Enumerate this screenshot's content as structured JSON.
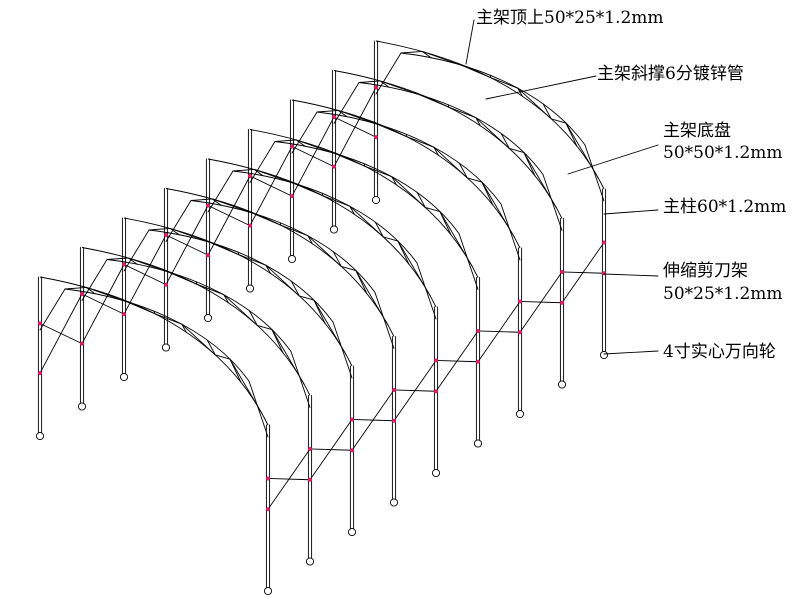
{
  "diagram": {
    "frame_count": 9,
    "colors": {
      "line": "#000000",
      "joint": "#e0206a",
      "background": "#ffffff",
      "wheel_fill": "#ffffff"
    }
  },
  "labels": {
    "top_chord": "主架顶上50*25*1.2mm",
    "diagonal_brace": "主架斜撑6分镀锌管",
    "base_frame_line1": "主架底盘",
    "base_frame_line2": "50*50*1.2mm",
    "main_column": "主柱60*1.2mm",
    "scissor_line1": "伸缩剪刀架",
    "scissor_line2": "50*25*1.2mm",
    "wheel": "4寸实心万向轮"
  }
}
